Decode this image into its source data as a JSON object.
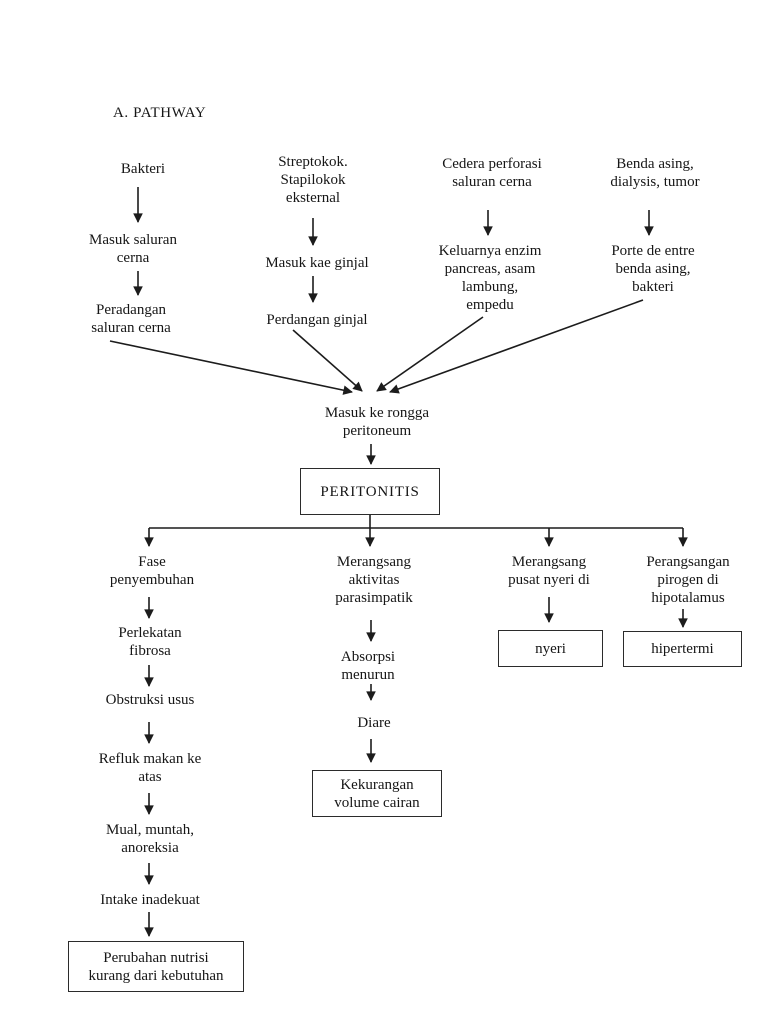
{
  "colors": {
    "background": "#ffffff",
    "ink": "#161616",
    "box_border": "#2b2b2b"
  },
  "diagram": {
    "title": "A. PATHWAY",
    "causes": [
      {
        "steps": [
          "Bakteri",
          "Masuk saluran\ncerna",
          "Peradangan\nsaluran cerna"
        ]
      },
      {
        "steps": [
          "Streptokok.\nStapilokok\neksternal",
          "Masuk kae ginjal",
          "Perdangan ginjal"
        ]
      },
      {
        "steps": [
          "Cedera perforasi\nsaluran cerna",
          "Keluarnya enzim\npancreas, asam\nlambung,\nempedu"
        ]
      },
      {
        "steps": [
          "Benda asing,\ndialysis, tumor",
          "Porte de entre\nbenda asing,\nbakteri"
        ]
      }
    ],
    "convergence": "Masuk ke rongga\nperitoneum",
    "diagnosis": "PERITONITIS",
    "branches": [
      {
        "steps": [
          "Fase\npenyembuhan",
          "Perlekatan\nfibrosa",
          "Obstruksi usus",
          "Refluk makan ke\natas",
          "Mual, muntah,\nanoreksia",
          "Intake inadekuat"
        ],
        "outcome": "Perubahan nutrisi\nkurang dari kebutuhan"
      },
      {
        "steps": [
          "Merangsang\naktivitas\nparasimpatik",
          "Absorpsi\nmenurun",
          "Diare"
        ],
        "outcome": "Kekurangan\nvolume cairan"
      },
      {
        "steps": [
          "Merangsang\npusat nyeri di"
        ],
        "outcome": "nyeri"
      },
      {
        "steps": [
          "Perangsangan\npirogen di\nhipotalamus"
        ],
        "outcome": "hipertermi"
      }
    ]
  }
}
